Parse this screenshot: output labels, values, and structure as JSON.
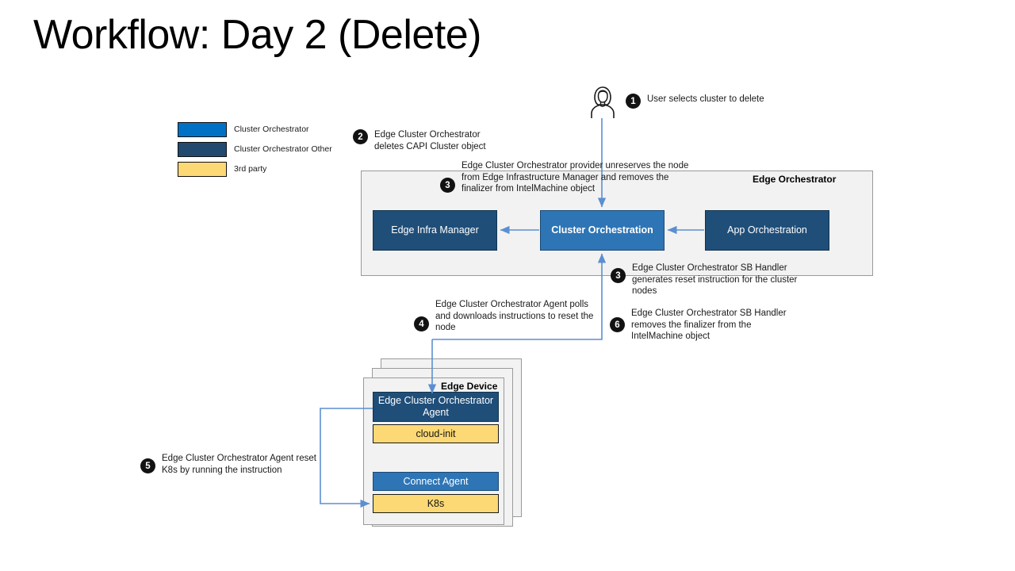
{
  "slide": {
    "title": "Workflow: Day 2 (Delete)"
  },
  "legend": {
    "items": [
      {
        "label": "Cluster Orchestrator",
        "color": "#0071C5"
      },
      {
        "label": "Cluster Orchestrator Other",
        "color": "#224A6E"
      },
      {
        "label": "3rd party",
        "color": "#FCD975"
      }
    ]
  },
  "orchestrator_panel": {
    "title": "Edge Orchestrator",
    "nodes": [
      {
        "label": "Edge Infra Manager",
        "style": "navy"
      },
      {
        "label": "Cluster Orchestration",
        "style": "blue"
      },
      {
        "label": "App Orchestration",
        "style": "navy"
      }
    ]
  },
  "edge_device": {
    "title": "Edge Device",
    "components": [
      {
        "label": "Edge Cluster Orchestrator Agent",
        "style": "navy"
      },
      {
        "label": "cloud-init",
        "style": "yellow"
      },
      {
        "label": "Connect Agent",
        "style": "blue"
      },
      {
        "label": "K8s",
        "style": "yellow"
      }
    ]
  },
  "actor": {
    "icon": "user-person-icon"
  },
  "callouts": [
    {
      "number": "1",
      "text": "User selects cluster to delete"
    },
    {
      "number": "2",
      "text": "Edge  Cluster Orchestrator deletes CAPI Cluster object"
    },
    {
      "number": "3",
      "text": "Edge  Cluster Orchestrator  provider unreserves the node from  Edge Infrastructure Manager  and removes the finalizer from IntelMachine object"
    },
    {
      "number": "3",
      "text": "Edge Cluster Orchestrator SB Handler generates reset instruction for the cluster nodes"
    },
    {
      "number": "4",
      "text": "Edge Cluster Orchestrator  Agent polls and downloads instructions to reset the node"
    },
    {
      "number": "6",
      "text": "Edge  Cluster Orchestrator SB Handler removes the finalizer from the IntelMachine object"
    },
    {
      "number": "5",
      "text": "Edge Cluster Orchestrator Agent reset K8s by running the instruction"
    }
  ],
  "colors": {
    "arrow": "#5B8FD0",
    "panel_bg": "#F2F2F2",
    "navy": "#1F4E79",
    "blue": "#2E75B6",
    "yellow": "#FCD975"
  }
}
